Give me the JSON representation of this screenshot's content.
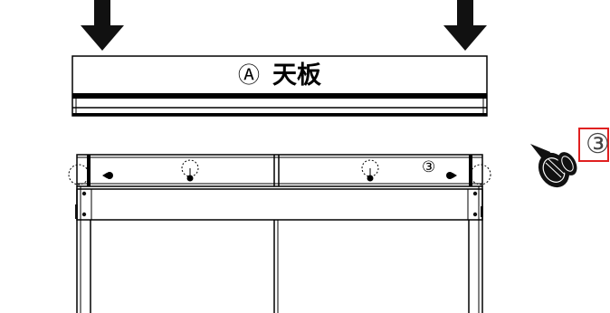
{
  "top_panel": {
    "marker": "Ⓐ",
    "name": "天板"
  },
  "hardware_marker": "③",
  "callout_text": "③"
}
